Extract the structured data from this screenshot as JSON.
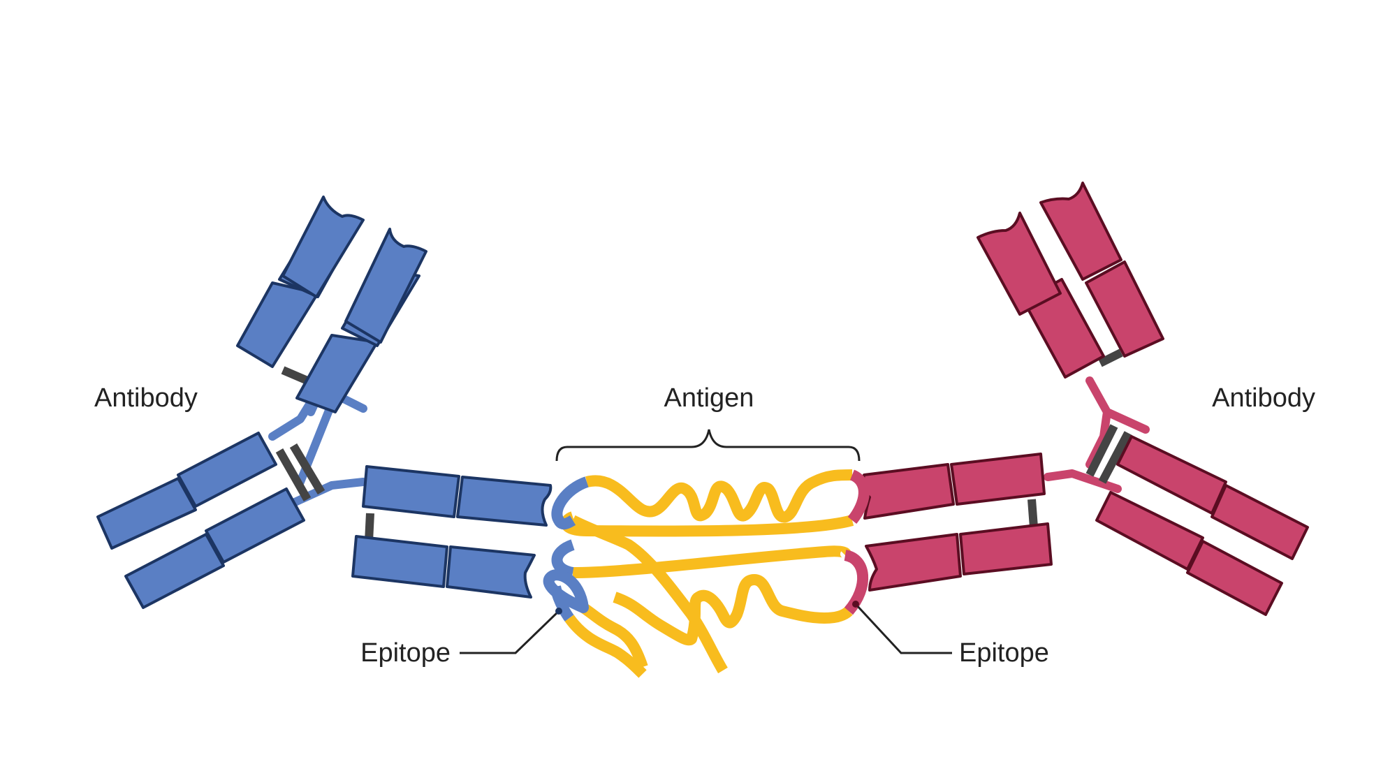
{
  "labels": {
    "antibody_left": "Antibody",
    "antibody_right": "Antibody",
    "antigen": "Antigen",
    "epitope_left": "Epitope",
    "epitope_right": "Epitope"
  },
  "colors": {
    "antibody_left": "#5a7fc4",
    "antibody_left_outline": "#1c3563",
    "antibody_right": "#c9446c",
    "antibody_right_outline": "#5b0d22",
    "antigen": "#f8bc1e",
    "disulfide_bond": "#444444",
    "text": "#222222"
  }
}
